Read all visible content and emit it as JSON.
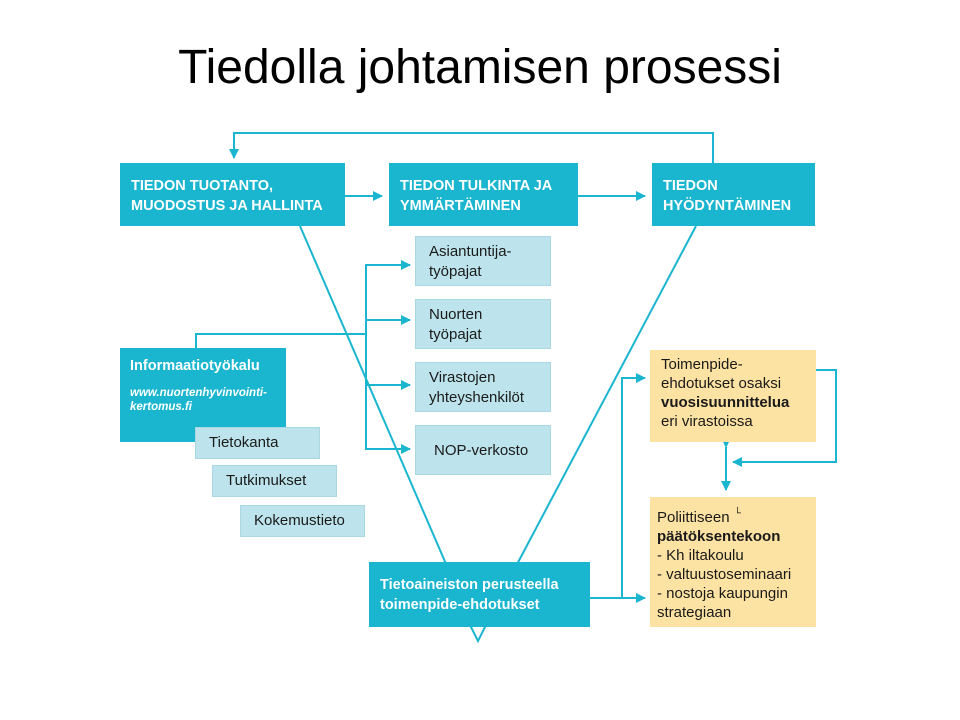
{
  "title": "Tiedolla johtamisen prosessi",
  "stages": {
    "production": [
      "TIEDON TUOTANTO,",
      "MUODOSTUS JA HALLINTA"
    ],
    "interpretation": [
      "TIEDON TULKINTA JA",
      "YMMÄRTÄMINEN"
    ],
    "utilization": [
      "TIEDON",
      "HYÖDYNTÄMINEN"
    ]
  },
  "inputs": {
    "workshops_experts": [
      "Asiantuntija-",
      "työpajat"
    ],
    "workshops_youth": [
      "Nuorten",
      "työpajat"
    ],
    "agency_contacts": [
      "Virastojen",
      "yhteyshenkilöt"
    ],
    "nop_network": "NOP-verkosto"
  },
  "info_tool": {
    "title": "Informaatiotyökalu",
    "url_line1": "www.nuortenhyvinvointi-",
    "url_line2": "kertomus.fi"
  },
  "sources": {
    "database": "Tietokanta",
    "studies": "Tutkimukset",
    "experience": "Kokemustieto"
  },
  "outcome": [
    "Tietoaineiston perusteella",
    "toimenpide-ehdotukset"
  ],
  "actions": {
    "line1": "Toimenpide-",
    "line2": "ehdotukset osaksi",
    "bold": "vuosisuunnittelua",
    "line4": "eri virastoissa"
  },
  "political": {
    "line1": "Poliittiseen",
    "mark": "└",
    "bold": "päätöksentekoon",
    "item1": "- Kh iltakoulu",
    "item2": "- valtuustoseminaari",
    "item3": "- nostoja kaupungin",
    "item4": "strategiaan"
  },
  "colors": {
    "teal": "#1ab5cf",
    "light_blue": "#bde4ec",
    "yellow": "#fde3a3"
  }
}
